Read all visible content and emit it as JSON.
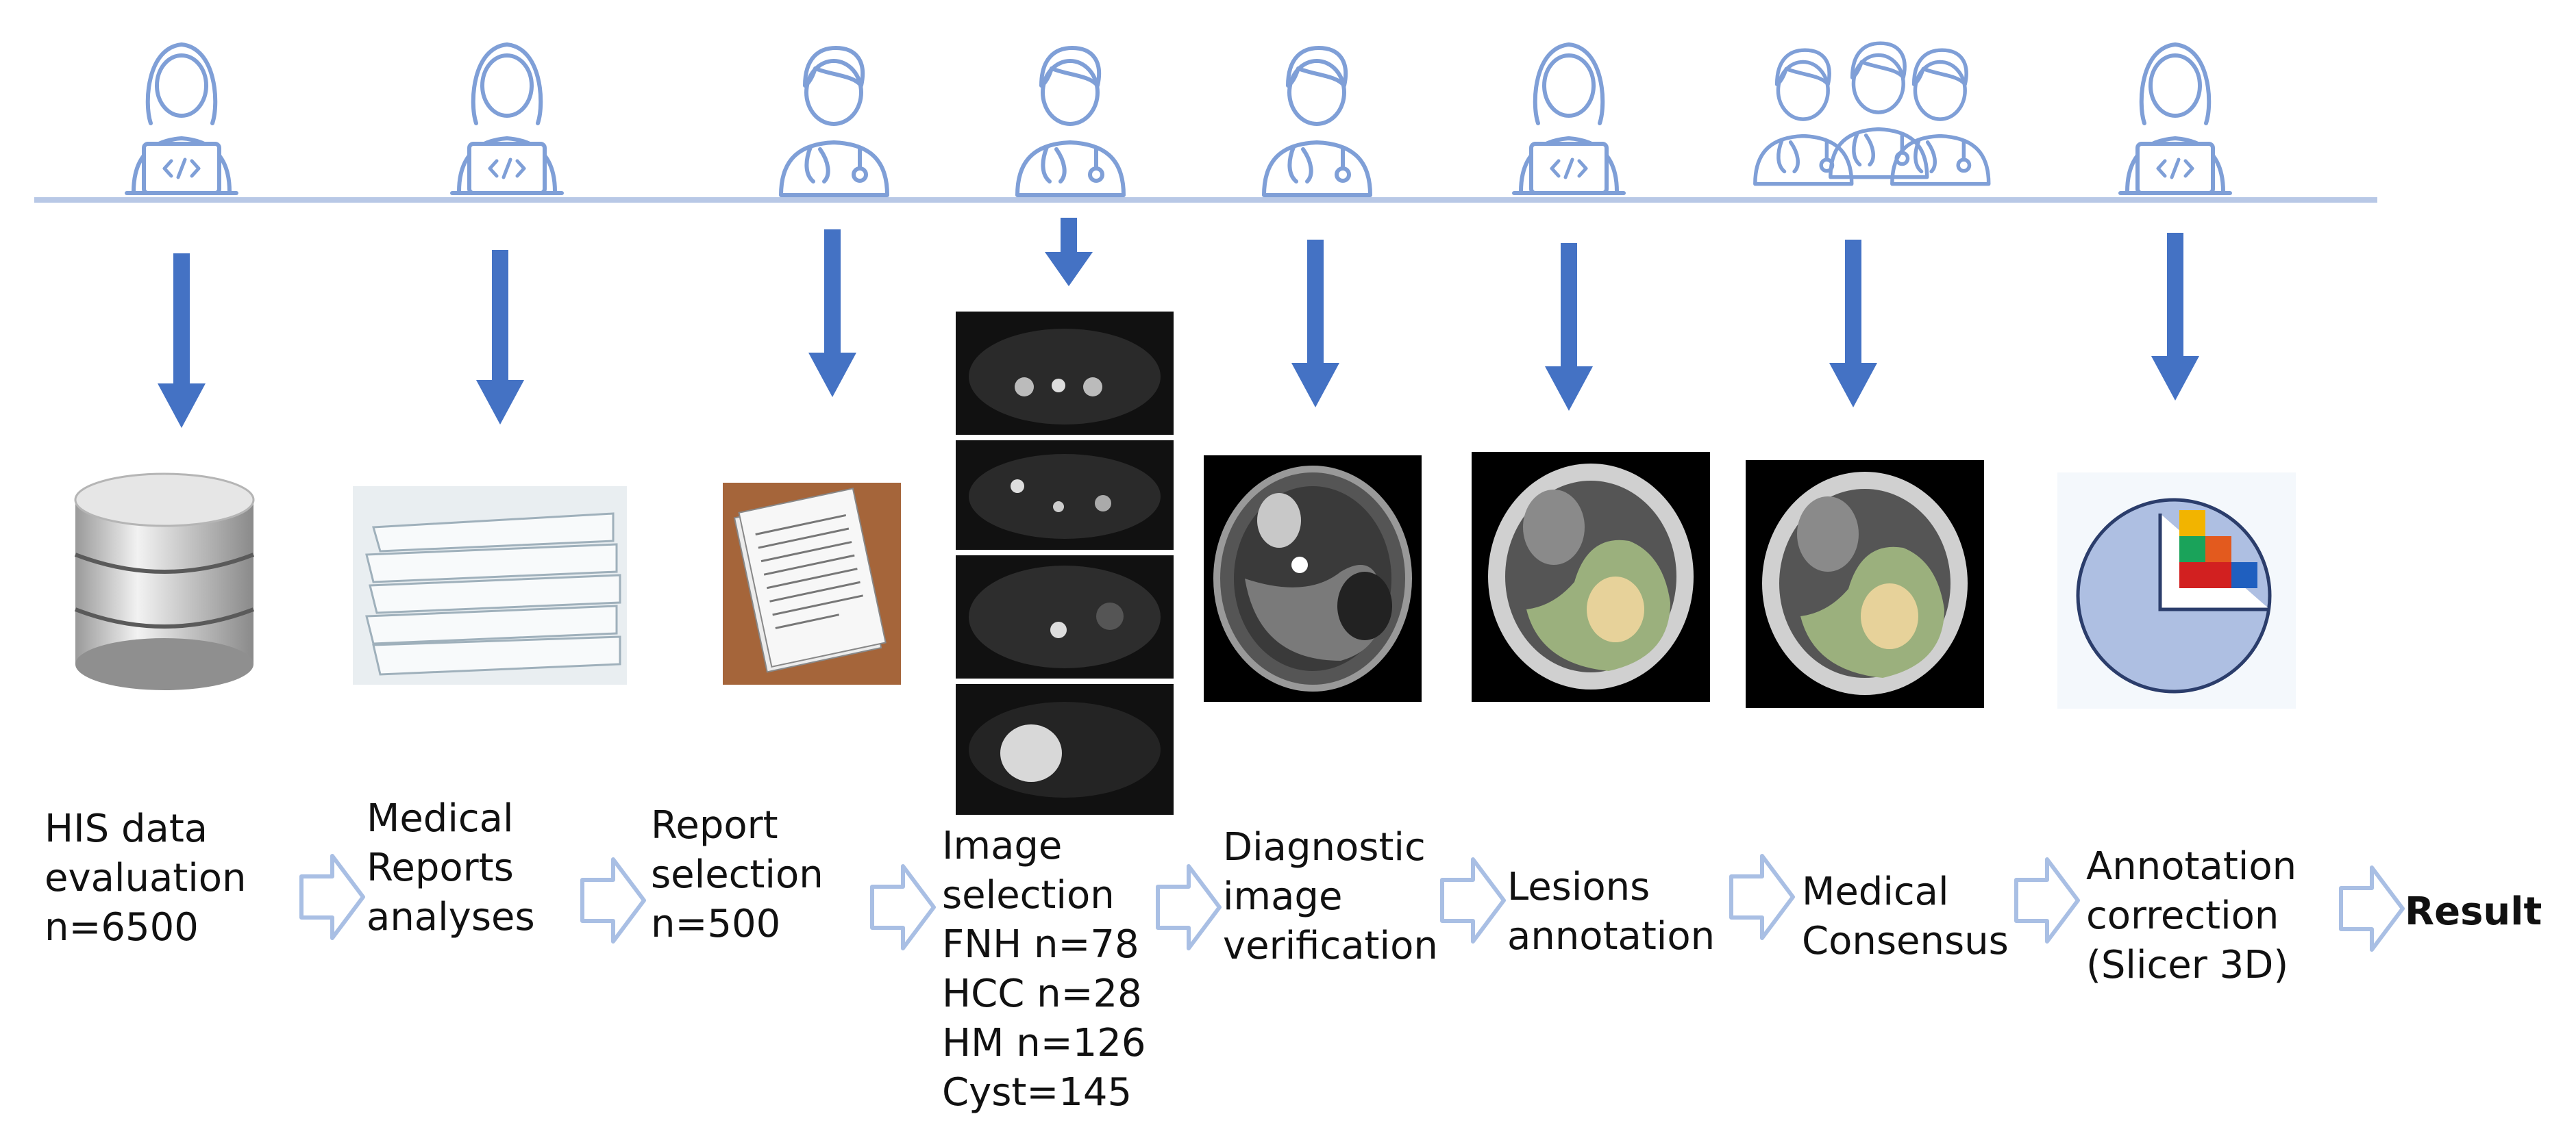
{
  "steps": [
    {
      "id": "his",
      "role": "engineer",
      "label": "HIS data\nevaluation\nn=6500",
      "image": "database-icon"
    },
    {
      "id": "reports",
      "role": "engineer",
      "label": "Medical\nReports\nanalyses",
      "image": "paper-stack"
    },
    {
      "id": "report_sel",
      "role": "doctor",
      "label": "Report\nselection\nn=500",
      "image": "documents-on-desk"
    },
    {
      "id": "image_sel",
      "role": "doctor",
      "label": "Image\nselection\nFNH n=78\nHCC n=28\nHM n=126\nCyst=145",
      "image": "mri-slices"
    },
    {
      "id": "diag",
      "role": "doctor",
      "label": "Diagnostic\nimage\nverification",
      "image": "mri-scan"
    },
    {
      "id": "lesions",
      "role": "engineer",
      "label": "Lesions\nannotation",
      "image": "annotated-mri"
    },
    {
      "id": "consensus",
      "role": "doctor-group",
      "label": "Medical\nConsensus",
      "image": "annotated-mri"
    },
    {
      "id": "correction",
      "role": "engineer",
      "label": "Annotation\ncorrection\n(Slicer 3D)",
      "image": "slicer-3d-logo"
    }
  ],
  "result": {
    "label": "Result"
  },
  "colors": {
    "icon_line": "#7f9fd7",
    "arrow": "#4472c4",
    "timeline": "#b8c8e6",
    "chevron": "#a9bfe4"
  }
}
